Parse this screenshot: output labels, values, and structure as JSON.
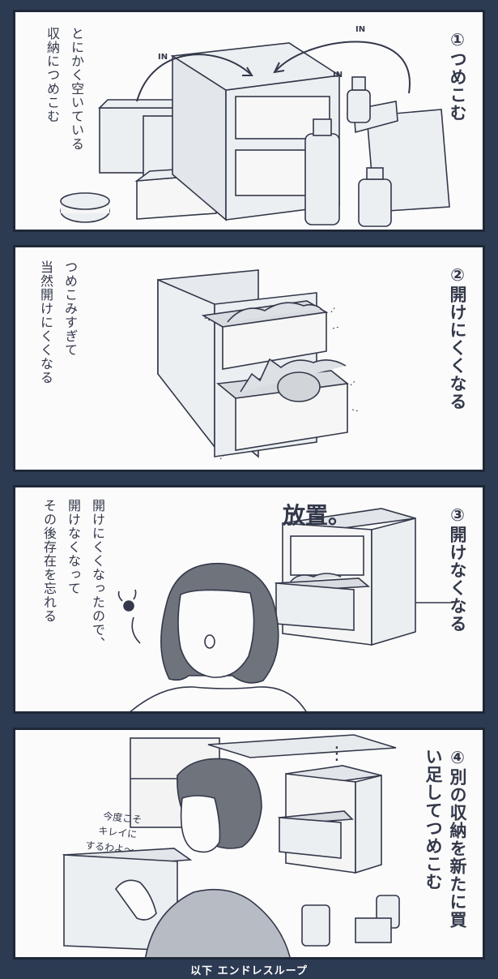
{
  "panels": [
    {
      "title": "①つめこむ",
      "text": [
        "とにかく空いている",
        "収納につめこむ"
      ],
      "labels": [
        "IN",
        "IN",
        "IN"
      ]
    },
    {
      "title": "②開けにくくなる",
      "text": [
        "つめこみすぎて",
        "当然開けにくくなる"
      ]
    },
    {
      "title": "③開けなくなる",
      "text": [
        "開けにくくなったので、",
        "開けなくなって",
        "その後存在を忘れる"
      ],
      "exclamation": "放置。"
    },
    {
      "title": "④別の収納を新たに買い足してつめこむ",
      "text": [],
      "speech": [
        "今度こそ",
        "キレイに",
        "するわよ～"
      ]
    }
  ],
  "footer": "以下 エンドレスループ"
}
